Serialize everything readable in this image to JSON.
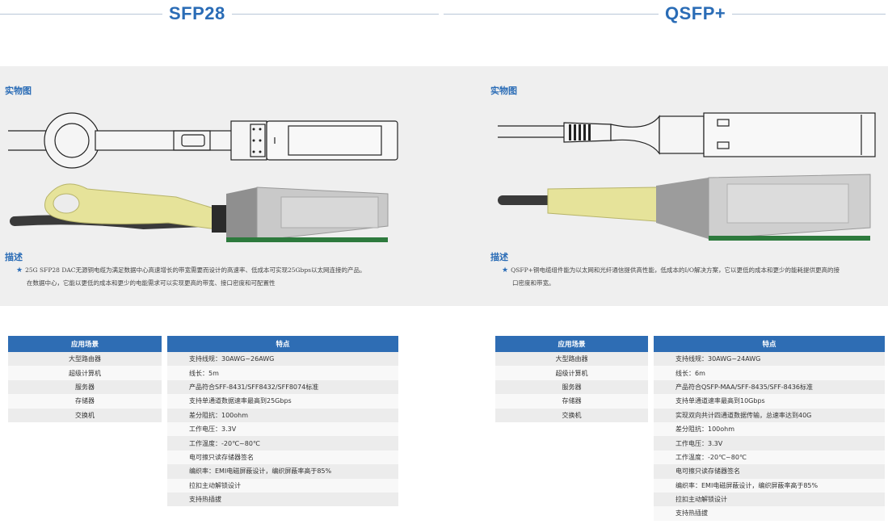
{
  "left": {
    "title": "SFP28",
    "photo_label": "实物图",
    "desc_label": "描述",
    "desc_line1": "25G SFP28 DAC无源铜电缆为满足数据中心高速增长的带宽需要而设计的高速率、低成本可实现25Gbps以太网连接的产品。",
    "desc_line2": "在数据中心，它能以更低的成本和更少的电能需求可以实现更高的带宽、接口密度和可配置性",
    "app_header": "应用场景",
    "feat_header": "特点",
    "apps": [
      "大型路由器",
      "超级计算机",
      "服务器",
      "存储器",
      "交换机"
    ],
    "features": [
      "支持线规：30AWG~26AWG",
      "线长：5m",
      "产品符合SFF-8431/SFF8432/SFF8074标准",
      "支持单通道数据速率最高到25Gbps",
      "差分阻抗：100ohm",
      "工作电压：3.3V",
      "工作温度：-20℃~80℃",
      "电可擦只读存储器签名",
      "编织率：EMI电磁屏蔽设计，编织屏蔽率高于85%",
      "拉扣主动解锁设计",
      "支持热插拔"
    ]
  },
  "right": {
    "title": "QSFP+",
    "photo_label": "实物图",
    "desc_label": "描述",
    "desc_line1": "QSFP+铜电缆组件能为以太网和光纤通信提供高性能，低成本的I/O解决方案，它以更低的成本和更少的能耗提供更高的接",
    "desc_line2": "口密度和带宽。",
    "app_header": "应用场景",
    "feat_header": "特点",
    "apps": [
      "大型路由器",
      "超级计算机",
      "服务器",
      "存储器",
      "交换机"
    ],
    "features": [
      "支持线规：30AWG~24AWG",
      "线长：6m",
      "产品符合QSFP-MAA/SFF-8435/SFF-8436标准",
      "支持单通道速率最高到10Gbps",
      "实现双向共计四通道数据传输，总速率达到40G",
      "差分阻抗：100ohm",
      "工作电压：3.3V",
      "工作温度：-20℃~80℃",
      "电可擦只读存储器签名",
      "编织率：EMI电磁屏蔽设计，编织屏蔽率高于85%",
      "拉扣主动解锁设计",
      "支持热插拔"
    ]
  },
  "colors": {
    "accent": "#2a6cb6",
    "header_bg": "#2e6db4",
    "band": "#efefef",
    "pull_tab": "#e6e39a"
  }
}
